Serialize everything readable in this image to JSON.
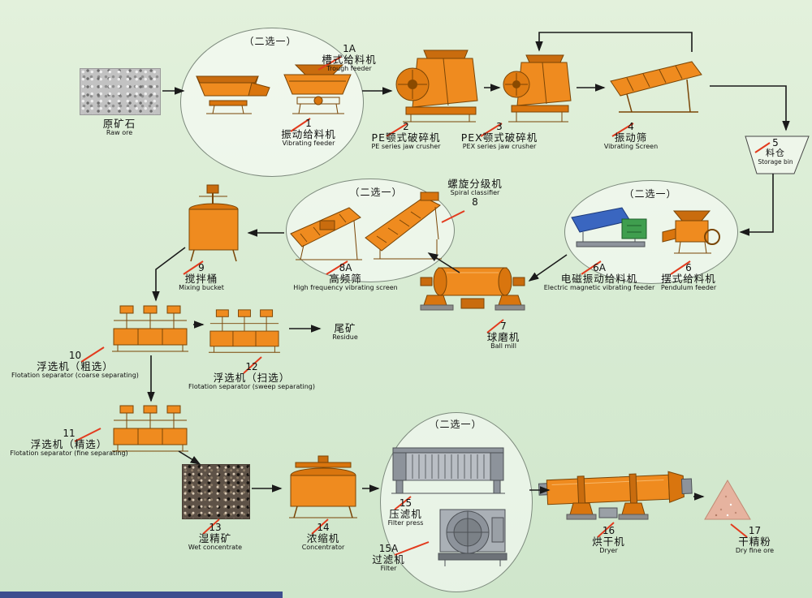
{
  "colors": {
    "background": "#d9ecd4",
    "machine_orange": "#ef8b1f",
    "machine_orange_dark": "#d9750e",
    "machine_outline": "#7a4506",
    "blue_machine": "#3a66c0",
    "green_panel": "#3f9e4e",
    "red_leader": "#e23b1e",
    "arrow": "#1a1a1a"
  },
  "choice_label": "（二选一）",
  "nodes": {
    "raw_ore": {
      "zh": "原矿石",
      "en": "Raw ore"
    },
    "trough_feeder": {
      "num": "1A",
      "zh": "槽式给料机",
      "en": "Trough feeder"
    },
    "vibrating_feeder": {
      "num": "1",
      "zh": "振动给料机",
      "en": "Vibrating feeder"
    },
    "pe_jaw_crusher": {
      "num": "2",
      "zh": "PE颚式破碎机",
      "en": "PE series jaw crusher"
    },
    "pex_jaw_crusher": {
      "num": "3",
      "zh": "PEX颚式破碎机",
      "en": "PEX series jaw crusher"
    },
    "vibrating_screen": {
      "num": "4",
      "zh": "振动筛",
      "en": "Vibrating Screen"
    },
    "storage_bin": {
      "num": "5",
      "zh": "料仓",
      "en": "Storage bin"
    },
    "em_vibrating_feeder": {
      "num": "6A",
      "zh": "电磁振动给料机",
      "en": "Electric magnetic vibrating feeder"
    },
    "pendulum_feeder": {
      "num": "6",
      "zh": "摆式给料机",
      "en": "Pendulum feeder"
    },
    "ball_mill": {
      "num": "7",
      "zh": "球磨机",
      "en": "Ball mill"
    },
    "spiral_classifier": {
      "num": "8",
      "zh": "螺旋分级机",
      "en": "Spiral classifier"
    },
    "high_frequency_screen": {
      "num": "8A",
      "zh": "高频筛",
      "en": "High frequency vibrating screen"
    },
    "mixing_bucket": {
      "num": "9",
      "zh": "搅拌桶",
      "en": "Mixing bucket"
    },
    "flotation_coarse": {
      "num": "10",
      "zh": "浮选机（粗选）",
      "en": "Flotation separator (coarse separating)"
    },
    "flotation_fine": {
      "num": "11",
      "zh": "浮选机（精选）",
      "en": "Flotation separator (fine separating)"
    },
    "flotation_sweep": {
      "num": "12",
      "zh": "浮选机（扫选）",
      "en": "Flotation separator (sweep separating)"
    },
    "residue": {
      "zh": "尾矿",
      "en": "Residue"
    },
    "wet_concentrate": {
      "num": "13",
      "zh": "湿精矿",
      "en": "Wet concentrate"
    },
    "concentrator": {
      "num": "14",
      "zh": "浓缩机",
      "en": "Concentrator"
    },
    "filter_press": {
      "num": "15",
      "zh": "压滤机",
      "en": "Filter press"
    },
    "filter": {
      "num": "15A",
      "zh": "过滤机",
      "en": "Filter"
    },
    "dryer": {
      "num": "16",
      "zh": "烘干机",
      "en": "Dryer"
    },
    "dry_fine_ore": {
      "num": "17",
      "zh": "干精粉",
      "en": "Dry fine ore"
    }
  },
  "edges": [
    {
      "from": "raw_ore",
      "to": "feeder_choice_1"
    },
    {
      "from": "feeder_choice_1",
      "to": "pe_jaw_crusher"
    },
    {
      "from": "pe_jaw_crusher",
      "to": "pex_jaw_crusher"
    },
    {
      "from": "pex_jaw_crusher",
      "to": "vibrating_screen"
    },
    {
      "from": "vibrating_screen",
      "to": "pex_jaw_crusher"
    },
    {
      "from": "vibrating_screen",
      "to": "storage_bin"
    },
    {
      "from": "storage_bin",
      "to": "feeder_choice_2"
    },
    {
      "from": "feeder_choice_2",
      "to": "ball_mill"
    },
    {
      "from": "ball_mill",
      "to": "classifier_choice"
    },
    {
      "from": "classifier_choice",
      "to": "mixing_bucket"
    },
    {
      "from": "mixing_bucket",
      "to": "flotation_coarse"
    },
    {
      "from": "flotation_coarse",
      "to": "flotation_sweep"
    },
    {
      "from": "flotation_sweep",
      "to": "residue"
    },
    {
      "from": "flotation_coarse",
      "to": "flotation_fine"
    },
    {
      "from": "flotation_fine",
      "to": "wet_concentrate"
    },
    {
      "from": "wet_concentrate",
      "to": "concentrator"
    },
    {
      "from": "concentrator",
      "to": "filter_choice"
    },
    {
      "from": "filter_choice",
      "to": "dryer"
    },
    {
      "from": "dryer",
      "to": "dry_fine_ore"
    }
  ]
}
